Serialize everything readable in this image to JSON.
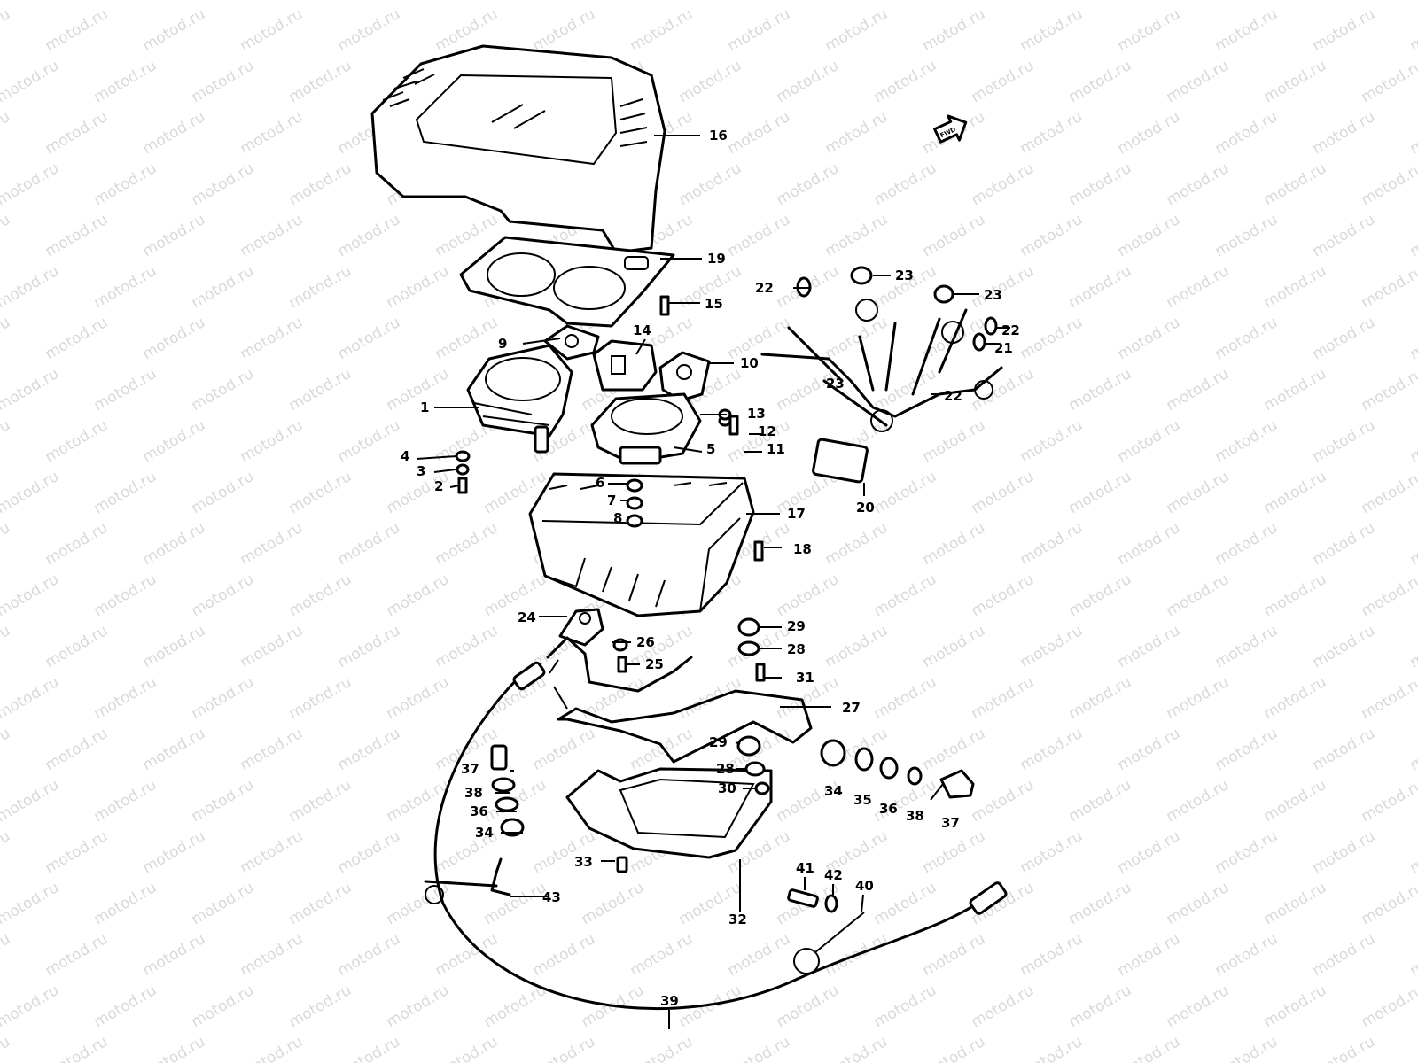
{
  "watermark": "motod.ru",
  "direction_badge": "FWD",
  "callouts": {
    "c1": "1",
    "c2": "2",
    "c3": "3",
    "c4": "4",
    "c5": "5",
    "c6": "6",
    "c7": "7",
    "c8": "8",
    "c9": "9",
    "c10": "10",
    "c11": "11",
    "c12": "12",
    "c13": "13",
    "c14": "14",
    "c15": "15",
    "c16": "16",
    "c17": "17",
    "c18": "18",
    "c19": "19",
    "c20": "20",
    "c21": "21",
    "c22a": "22",
    "c22b": "22",
    "c22c": "22",
    "c23a": "23",
    "c23b": "23",
    "c23c": "23",
    "c24": "24",
    "c25": "25",
    "c26": "26",
    "c27": "27",
    "c28a": "28",
    "c28b": "28",
    "c29a": "29",
    "c29b": "29",
    "c30": "30",
    "c31": "31",
    "c32": "32",
    "c33": "33",
    "c34a": "34",
    "c34b": "34",
    "c35": "35",
    "c36a": "36",
    "c36b": "36",
    "c37a": "37",
    "c37b": "37",
    "c38a": "38",
    "c38b": "38",
    "c39": "39",
    "c40": "40",
    "c41": "41",
    "c42": "42",
    "c43": "43"
  }
}
